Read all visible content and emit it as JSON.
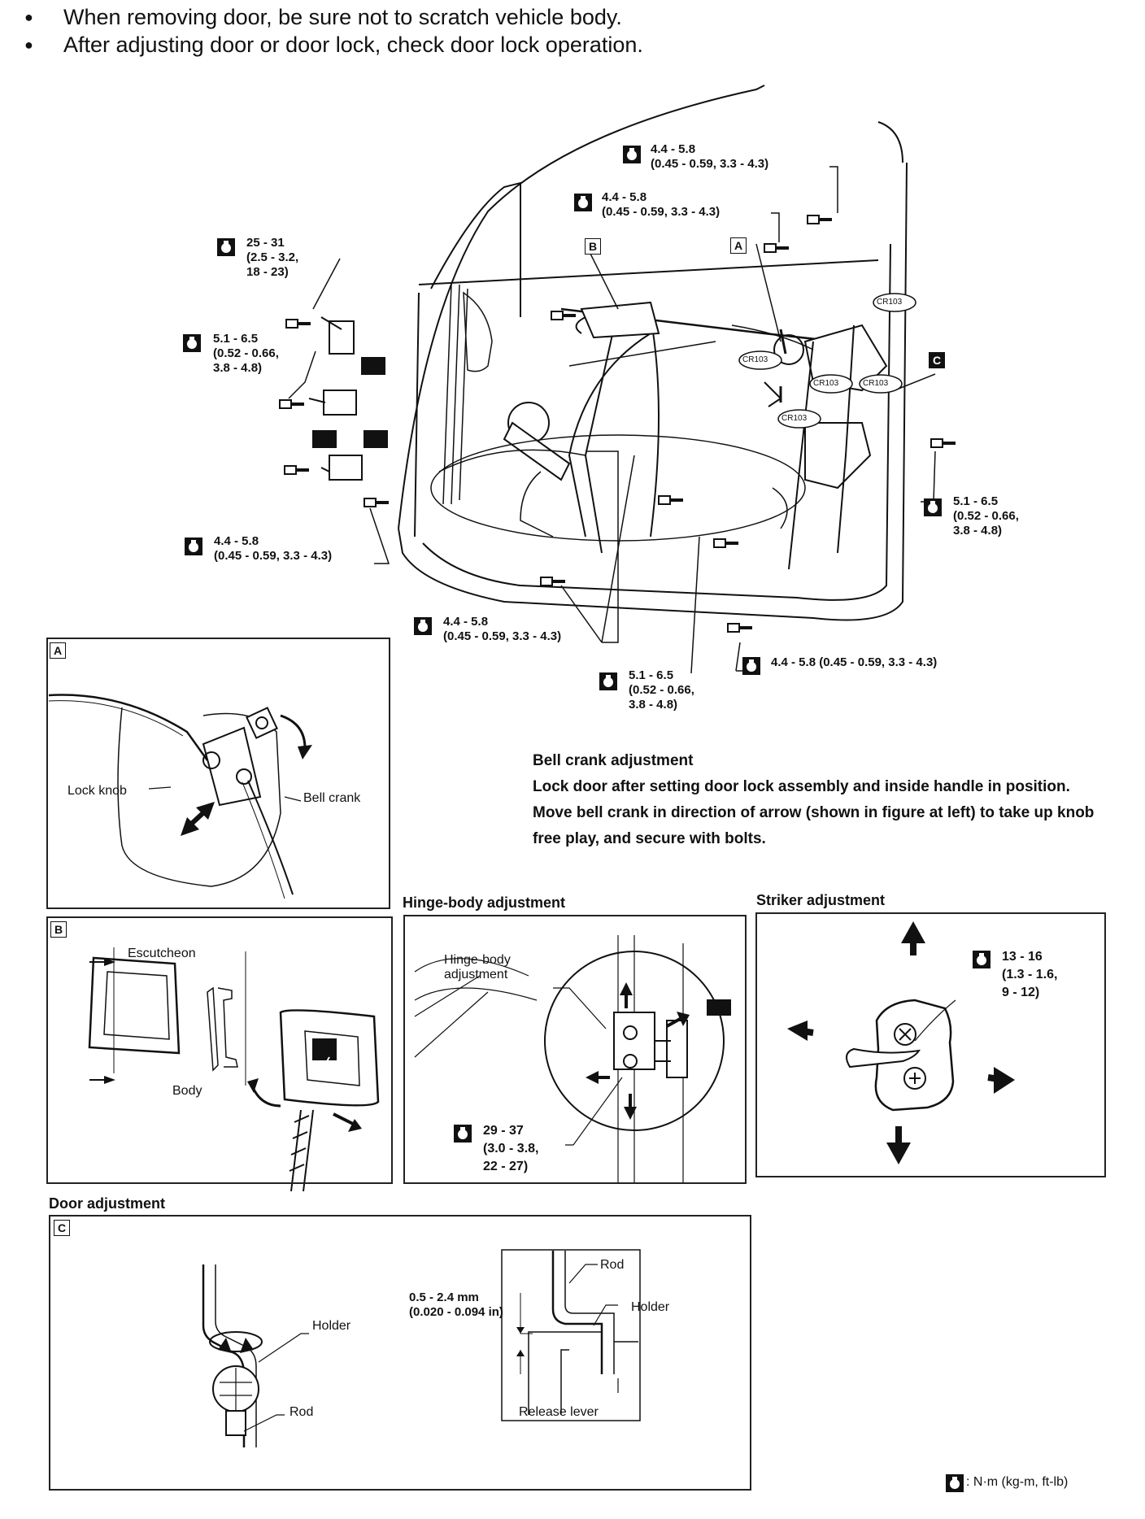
{
  "notes": [
    "When removing door, be sure not to scratch vehicle body.",
    "After adjusting door or door lock, check door lock operation."
  ],
  "main_diagram": {
    "callouts": {
      "A": "A",
      "B": "B",
      "C": "C"
    },
    "connectors": [
      "CR103",
      "CR103",
      "CR103",
      "CR103",
      "CR103"
    ],
    "torques": {
      "t1": "4.4 - 5.8\n(0.45 - 0.59, 3.3 - 4.3)",
      "t2": "4.4 - 5.8\n(0.45 - 0.59, 3.3 - 4.3)",
      "t3": "25 - 31\n(2.5 - 3.2,\n18 - 23)",
      "t4": "5.1 - 6.5\n(0.52 - 0.66,\n3.8 - 4.8)",
      "t5": "4.4 - 5.8\n(0.45 - 0.59, 3.3 - 4.3)",
      "t6": "5.1 - 6.5\n(0.52 - 0.66,\n3.8 - 4.8)",
      "t7": "4.4 - 5.8\n(0.45 - 0.59, 3.3 - 4.3)",
      "t8": "5.1 - 6.5\n(0.52 - 0.66,\n3.8 - 4.8)",
      "t9": "4.4 - 5.8 (0.45 - 0.59, 3.3 - 4.3)"
    }
  },
  "panel_a": {
    "letter": "A",
    "lock_knob": "Lock knob",
    "bell_crank": "Bell crank"
  },
  "bell_crank_note": {
    "title": "Bell crank adjustment",
    "lines": [
      "Lock door after setting door lock assembly and inside handle in position.",
      "Move bell crank in direction of arrow (shown in figure at left) to take up knob free play, and secure with bolts."
    ]
  },
  "panel_b": {
    "letter": "B",
    "escutcheon": "Escutcheon",
    "body": "Body"
  },
  "hinge": {
    "title": "Hinge-body adjustment",
    "label": "Hinge-body\nadjustment",
    "torque": "29 - 37\n(3.0 - 3.8,\n22 - 27)"
  },
  "striker": {
    "title": "Striker adjustment",
    "torque": "13 - 16\n(1.3 - 1.6,\n9 - 12)"
  },
  "door_adjustment": {
    "title": "Door adjustment",
    "letter": "C",
    "holder_left": "Holder",
    "rod_left": "Rod",
    "gap": "0.5 - 2.4 mm\n(0.020 - 0.094 in)",
    "rod_right": "Rod",
    "holder_right": "Holder",
    "release_lever": "Release lever"
  },
  "legend": {
    "units": ": N·m (kg-m, ft-lb)"
  }
}
